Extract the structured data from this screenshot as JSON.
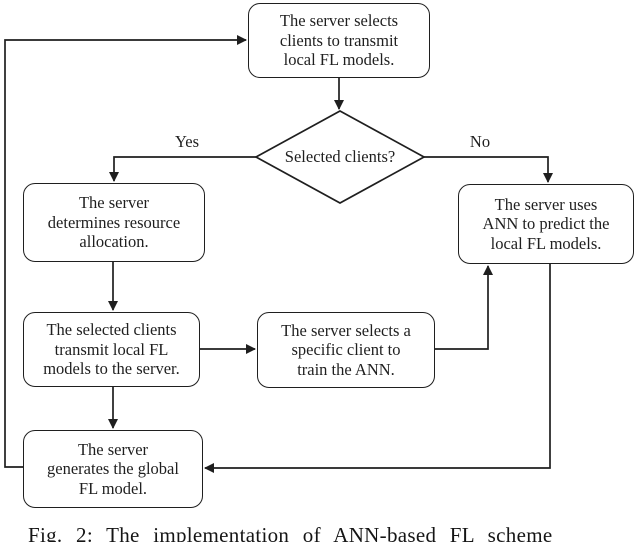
{
  "figure": {
    "caption": "Fig. 2: The implementation of ANN-based FL scheme",
    "colors": {
      "line": "#1f1f1f",
      "node_fill": "#ffffff",
      "background": "#ffffff",
      "text": "#1f1f1f"
    },
    "nodes": {
      "select_clients": "The server selects\nclients to transmit\nlocal FL models.",
      "decision": "Selected clients?",
      "resource_allocation": "The server\ndetermines resource\nallocation.",
      "ann_predict": "The server uses\nANN to predict the\nlocal FL models.",
      "transmit_models": "The selected clients\ntransmit local FL\nmodels to the server.",
      "train_ann": "The server selects a\nspecific client to\ntrain the ANN.",
      "global_model": "The server\ngenerates the global\nFL model."
    },
    "edge_labels": {
      "yes": "Yes",
      "no": "No"
    }
  }
}
